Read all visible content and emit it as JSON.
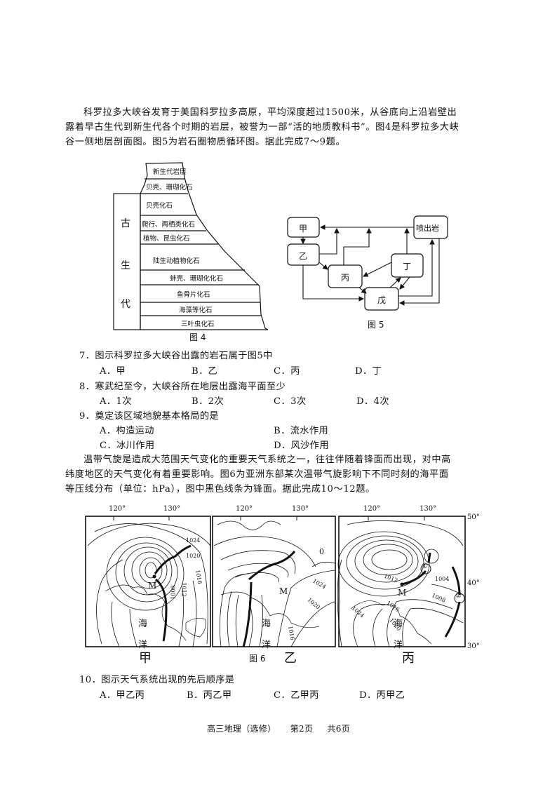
{
  "intro1": {
    "line1": "科罗拉多大峡谷发育于美国科罗拉多高原，平均深度超过1500米，从谷底向上沿岩壁出",
    "line2": "露着早古生代到新生代各个时期的岩层，被誉为一部“活的地质教科书”。图4是科罗拉多大峡",
    "line3": "谷一侧地层剖面图。图5为岩石圈物质循环图。据此完成7～9题。"
  },
  "figure4": {
    "caption": "图 4",
    "era_label": [
      "古",
      "生",
      "代"
    ],
    "layers": [
      "新生代岩层",
      "贝壳、珊瑚化石",
      "贝壳化石",
      "爬行、两栖类化石",
      "植物、昆虫化石",
      "陆生动植物化石",
      "蚌壳、珊瑚化化石",
      "鱼骨片化石",
      "海藻等化石",
      "三叶虫化石"
    ]
  },
  "figure5": {
    "caption": "图 5",
    "nodes": {
      "jia": "甲",
      "yi": "乙",
      "bing": "丙",
      "ding": "丁",
      "wu": "戊",
      "extrusive": "喷出岩"
    }
  },
  "questions": [
    {
      "stem": "7．图示科罗拉多大峡谷出露的岩石属于图5中",
      "options": [
        "A．甲",
        "B．乙",
        "C．丙",
        "D．丁"
      ]
    },
    {
      "stem": "8．寒武纪至今，大峡谷所在地层出露海平面至少",
      "options": [
        "A．1次",
        "B．2次",
        "C．3次",
        "D．4次"
      ]
    },
    {
      "stem": "9．奠定该区域地貌基本格局的是",
      "options": [
        "A．构造运动",
        "B．流水作用",
        "C．冰川作用",
        "D．风沙作用"
      ]
    },
    {
      "stem": "10．图示天气系统出现的先后顺序是",
      "options": [
        "A．甲乙丙",
        "B．丙乙甲",
        "C．乙甲丙",
        "D．丙甲乙"
      ]
    }
  ],
  "intro2": {
    "line1": "温带气旋是造成大范围天气变化的重要天气系统之一，往往伴随着锋面而出现，对中高",
    "line2": "纬度地区的天气变化有着重要影响。图6为亚洲东部某次温带气旋影响下不同时刻的海平面",
    "line3": "等压线分布（单位：hPa），图中黑色线条为锋面。据此完成10～12题。"
  },
  "figure6": {
    "caption": "图 6",
    "lon_labels": [
      "120°",
      "130°"
    ],
    "lat_labels": [
      "50°",
      "40°",
      "30°"
    ],
    "sea_labels": [
      "海",
      "洋"
    ],
    "point_label": "M",
    "panels": [
      {
        "name": "甲",
        "isobars": [
          "1024",
          "1020",
          "1016",
          "1012",
          "1008"
        ]
      },
      {
        "name": "乙",
        "isobars": [
          "1024",
          "1020",
          "1016"
        ],
        "extra_label": "0"
      },
      {
        "name": "丙",
        "isobars": [
          "1012",
          "1004",
          "1008",
          "1016",
          "1020",
          "1024"
        ],
        "markers": [
          "①",
          "②"
        ]
      }
    ]
  },
  "footer": {
    "subject": "高三地理（选修）",
    "page": "第2页",
    "total": "共6页"
  }
}
